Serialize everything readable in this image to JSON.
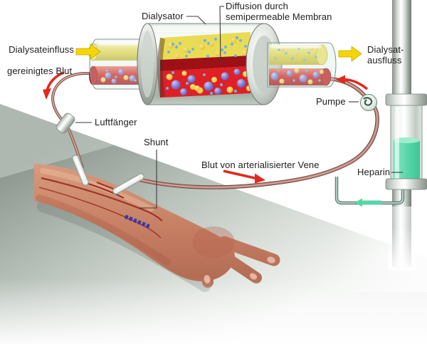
{
  "labels": {
    "dialysator": "Dialysator",
    "diffusion": {
      "line1": "Diffusion durch",
      "line2": "semipermeable Membran"
    },
    "dialysateinfluss": "Dialysateinfluss",
    "dialysatausfluss": {
      "line1": "Dialysat-",
      "line2": "ausfluss"
    },
    "gereinigtes_blut": "gereinigtes Blut",
    "luftfaenger": "Luftfänger",
    "shunt": "Shunt",
    "blut_vene": "Blut von arterialisierter Vene",
    "pumpe": "Pumpe",
    "heparin": "Heparin"
  },
  "icons": {
    "dialysate_inflow_arrow": "yellow arrow pointing right into dialyzer inlet",
    "dialysate_outflow_arrow": "yellow arrow pointing right out of dialyzer outlet",
    "clean_blood_arrow": "red curved arrow pointing down-left along return tube",
    "blood_to_dialyzer_arrow": "red curved arrow pointing left into dialyzer blood port",
    "venous_blood_arrow": "red arrow pointing right along venous tube",
    "heparin_flow_arrow": "green arrow pointing left along heparin line",
    "shunt_marker": "blue dashed band on forearm"
  },
  "colors": {
    "arrow_yellow": "#f6d500",
    "arrow_red": "#e3281e",
    "arrow_green": "#57d6a5",
    "shunt_blue": "#2a35b0",
    "blood_red": "#df2026",
    "membrane_dark_red": "#9e1016",
    "dialysate_yellow": "#e9dc55",
    "heparin_green": "#58d4a8",
    "tube_red_brown": "#b06a62",
    "label_text": "#1d1d1d"
  }
}
